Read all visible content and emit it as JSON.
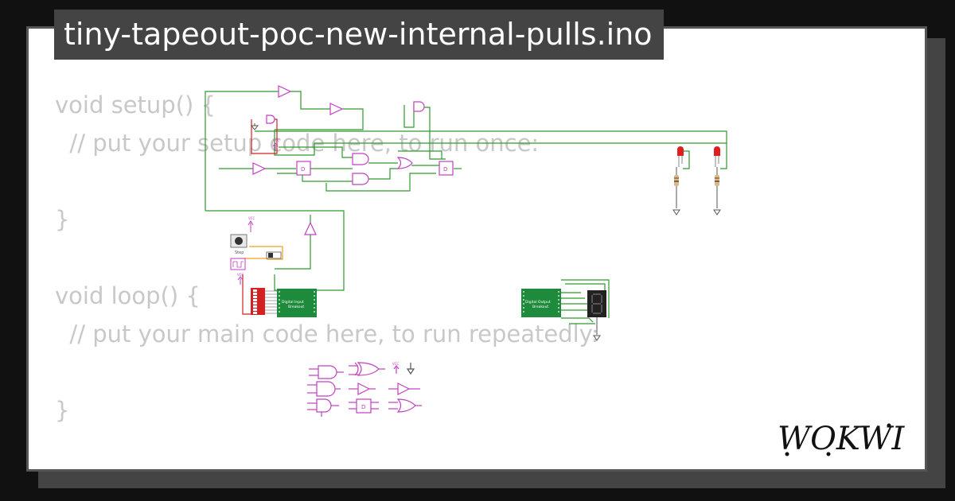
{
  "project": {
    "title": "tiny-tapeout-poc-new-internal-pulls.ino"
  },
  "code_lines": [
    "void setup() {",
    "  // put your setup code here, to run once:",
    "",
    "}",
    "",
    "void loop() {",
    "  // put your main code here, to run repeatedly:",
    "",
    "}"
  ],
  "diagram": {
    "labels": {
      "step_button": "Step",
      "vcc": "VCC",
      "dff": "D",
      "input_breakout_line1": "Digital Input",
      "input_breakout_line2": "Breakout",
      "output_breakout_line1": "Digital Output",
      "output_breakout_line2": "Breakout"
    },
    "colors": {
      "wire": "#2e9a2e",
      "gate": "#c040c0",
      "breakout": "#1e8a3c",
      "led": "#e02020",
      "dip": "#d42020"
    }
  },
  "branding": {
    "logo": "WOKWI"
  }
}
